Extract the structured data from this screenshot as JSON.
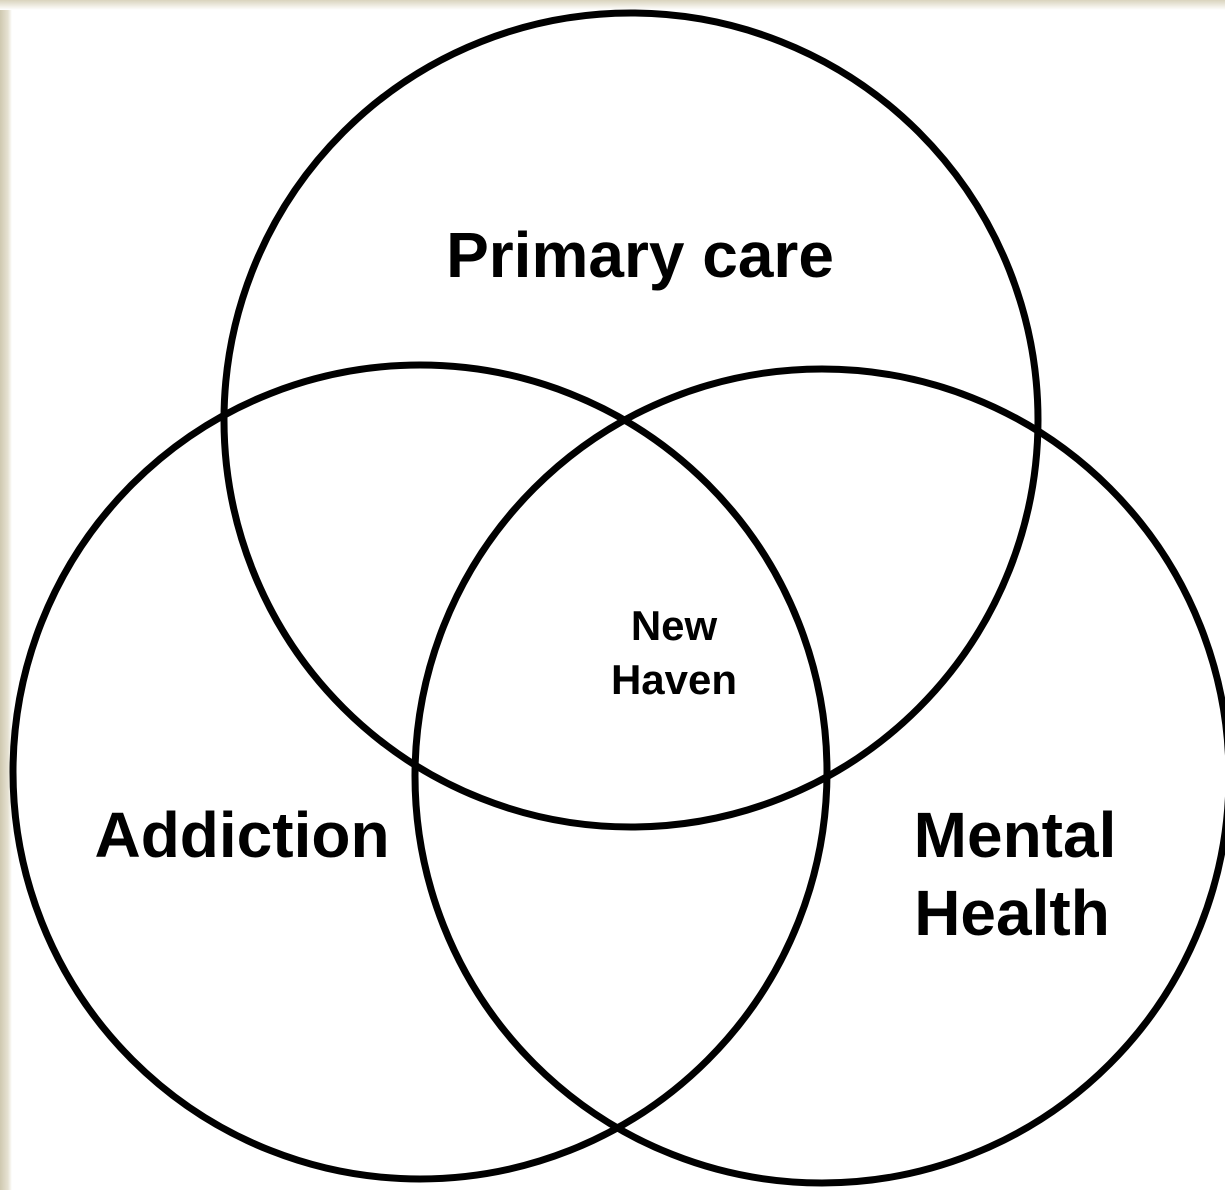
{
  "diagram": {
    "type": "venn",
    "sets": [
      {
        "id": "primary-care",
        "label_lines": [
          "Primary care"
        ]
      },
      {
        "id": "addiction",
        "label_lines": [
          "Addiction"
        ]
      },
      {
        "id": "mental-health",
        "label_lines": [
          "Mental",
          "Health"
        ]
      }
    ],
    "center_label_lines": [
      "New",
      "Haven"
    ],
    "stroke_color": "#000000",
    "background_color": "#ffffff"
  }
}
